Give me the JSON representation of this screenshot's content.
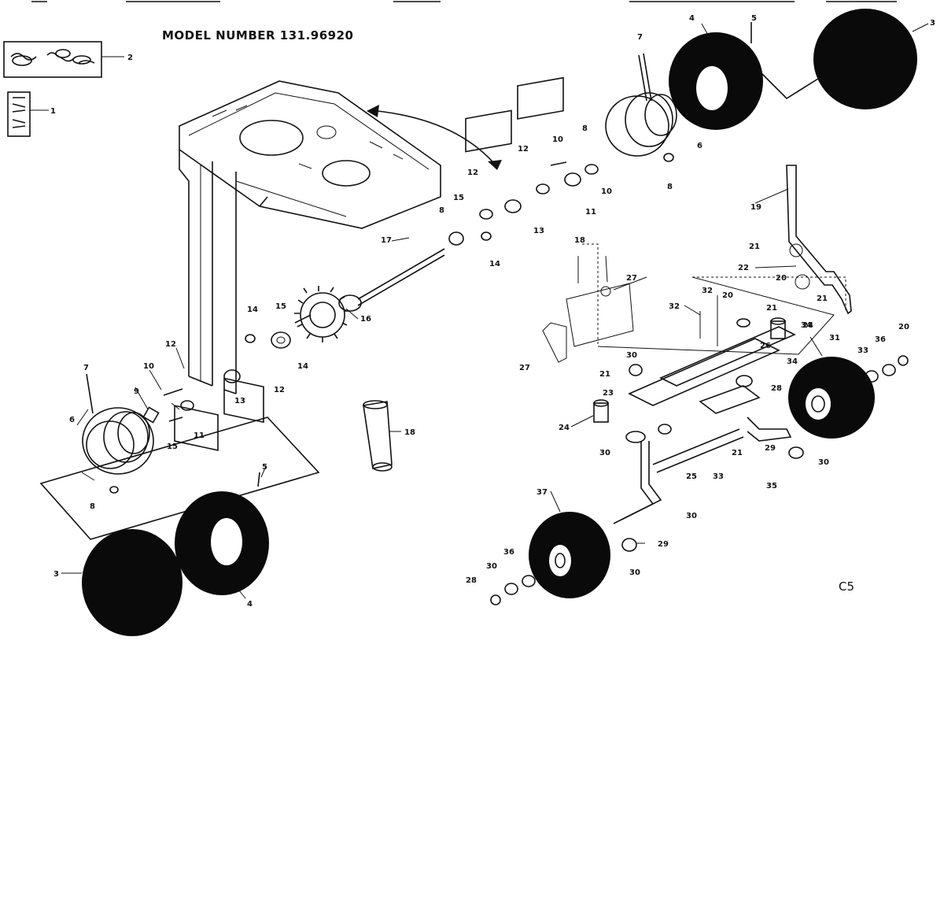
{
  "diagram": {
    "title": "MODEL NUMBER 131.96920",
    "page_code": "C5",
    "part_labels": [
      "1",
      "2",
      "3",
      "4",
      "5",
      "6",
      "7",
      "8",
      "9",
      "10",
      "11",
      "12",
      "13",
      "14",
      "15",
      "16",
      "17",
      "18",
      "19",
      "20",
      "21",
      "22",
      "23",
      "24",
      "25",
      "26",
      "27",
      "28",
      "29",
      "30",
      "31",
      "32",
      "33",
      "34",
      "35",
      "36",
      "37"
    ]
  }
}
